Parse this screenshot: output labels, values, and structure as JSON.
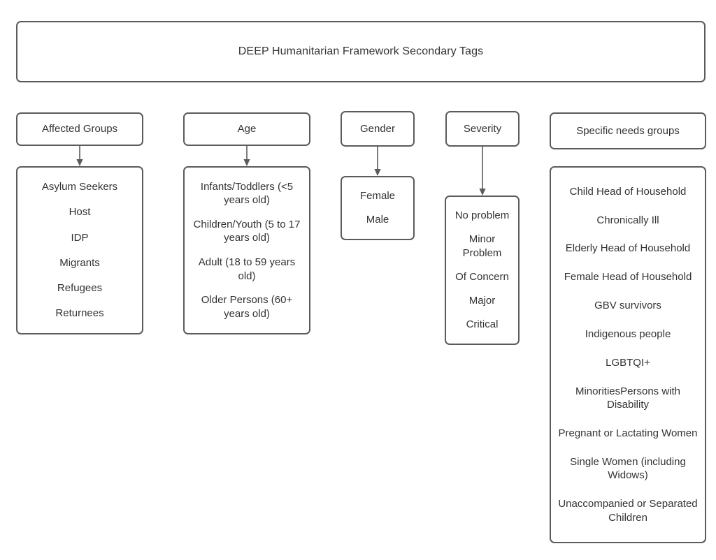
{
  "diagram": {
    "title": "DEEP  Humanitarian Framework Secondary Tags",
    "colors": {
      "border": "#5b5b5b",
      "text": "#333333",
      "background": "#ffffff",
      "arrow": "#5b5b5b"
    },
    "columns": [
      {
        "id": "affected-groups",
        "header": "Affected Groups",
        "has_arrow": true,
        "items": [
          "Asylum Seekers",
          "Host",
          "IDP",
          "Migrants",
          "Refugees",
          "Returnees"
        ]
      },
      {
        "id": "age",
        "header": "Age",
        "has_arrow": true,
        "items": [
          "Infants/Toddlers (<5 years old)",
          "Children/Youth (5 to 17 years old)",
          "Adult (18 to 59 years old)",
          "Older Persons (60+ years old)"
        ]
      },
      {
        "id": "gender",
        "header": "Gender",
        "has_arrow": true,
        "items": [
          "Female",
          "Male"
        ]
      },
      {
        "id": "severity",
        "header": "Severity",
        "has_arrow": true,
        "items": [
          "No problem",
          "Minor Problem",
          "Of Concern",
          "Major",
          "Critical"
        ]
      },
      {
        "id": "specific-needs-groups",
        "header": "Specific needs groups",
        "has_arrow": false,
        "items": [
          "Child Head of Household",
          "Chronically Ill",
          "Elderly Head of Household",
          "Female Head of Household",
          "GBV survivors",
          "Indigenous people",
          "LGBTQI+",
          "MinoritiesPersons with Disability",
          "Pregnant or Lactating Women",
          "Single Women (including Widows)",
          "Unaccompanied or Separated Children"
        ]
      }
    ]
  }
}
